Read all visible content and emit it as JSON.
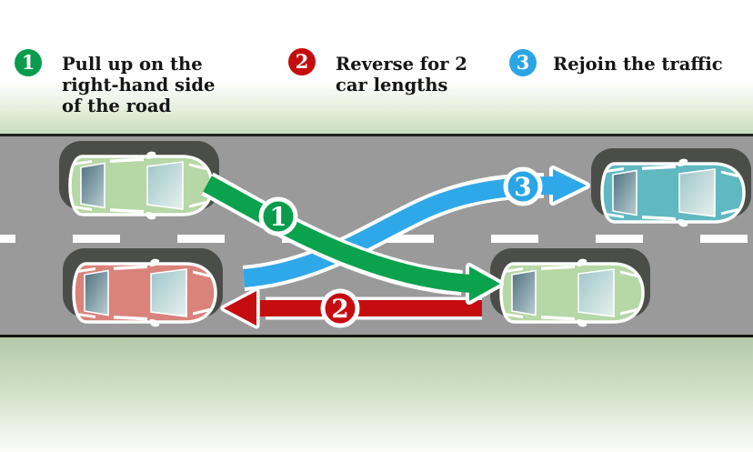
{
  "legend": {
    "steps": [
      {
        "number": "1",
        "color": "#089c4c",
        "lines": [
          "Pull up on the",
          "right-hand side",
          "of the road"
        ]
      },
      {
        "number": "2",
        "color": "#c50d0f",
        "lines": [
          "Reverse for 2",
          "car lengths"
        ]
      },
      {
        "number": "3",
        "color": "#2aa5e6",
        "lines": [
          "Rejoin the traffic"
        ]
      }
    ]
  },
  "colors": {
    "text": "#161616",
    "page_background": "#ffffff",
    "road": "#9b9a9b",
    "road_edge_top": "#20241f",
    "road_edge_bottom": "#141710",
    "lane_marking": "#ffffff",
    "verge_green": "#c9dcbd",
    "verge_green_deep": "#b4caa9",
    "car_shadow": "#4b4e48",
    "car_outline": "#ffffff",
    "arrow_green": "#0aa24d",
    "arrow_blue": "#2fa8ea",
    "arrow_red": "#c50d0f",
    "arrow_outline": "#ffffff",
    "badge_text": "#ffffff",
    "window_dark_a": "#50707e",
    "window_dark_b": "#b9cfd3",
    "window_light_a": "#9ec5c8",
    "window_light_b": "#e6f1ee"
  },
  "diagram": {
    "cars": [
      {
        "name": "car-pulling-up",
        "body_color": "#b6d7a6"
      },
      {
        "name": "car-in-traffic",
        "body_color": "#60b8c1"
      },
      {
        "name": "car-reversing",
        "body_color": "#d9837b"
      },
      {
        "name": "car-parked-right",
        "body_color": "#b6d7a6"
      }
    ]
  }
}
